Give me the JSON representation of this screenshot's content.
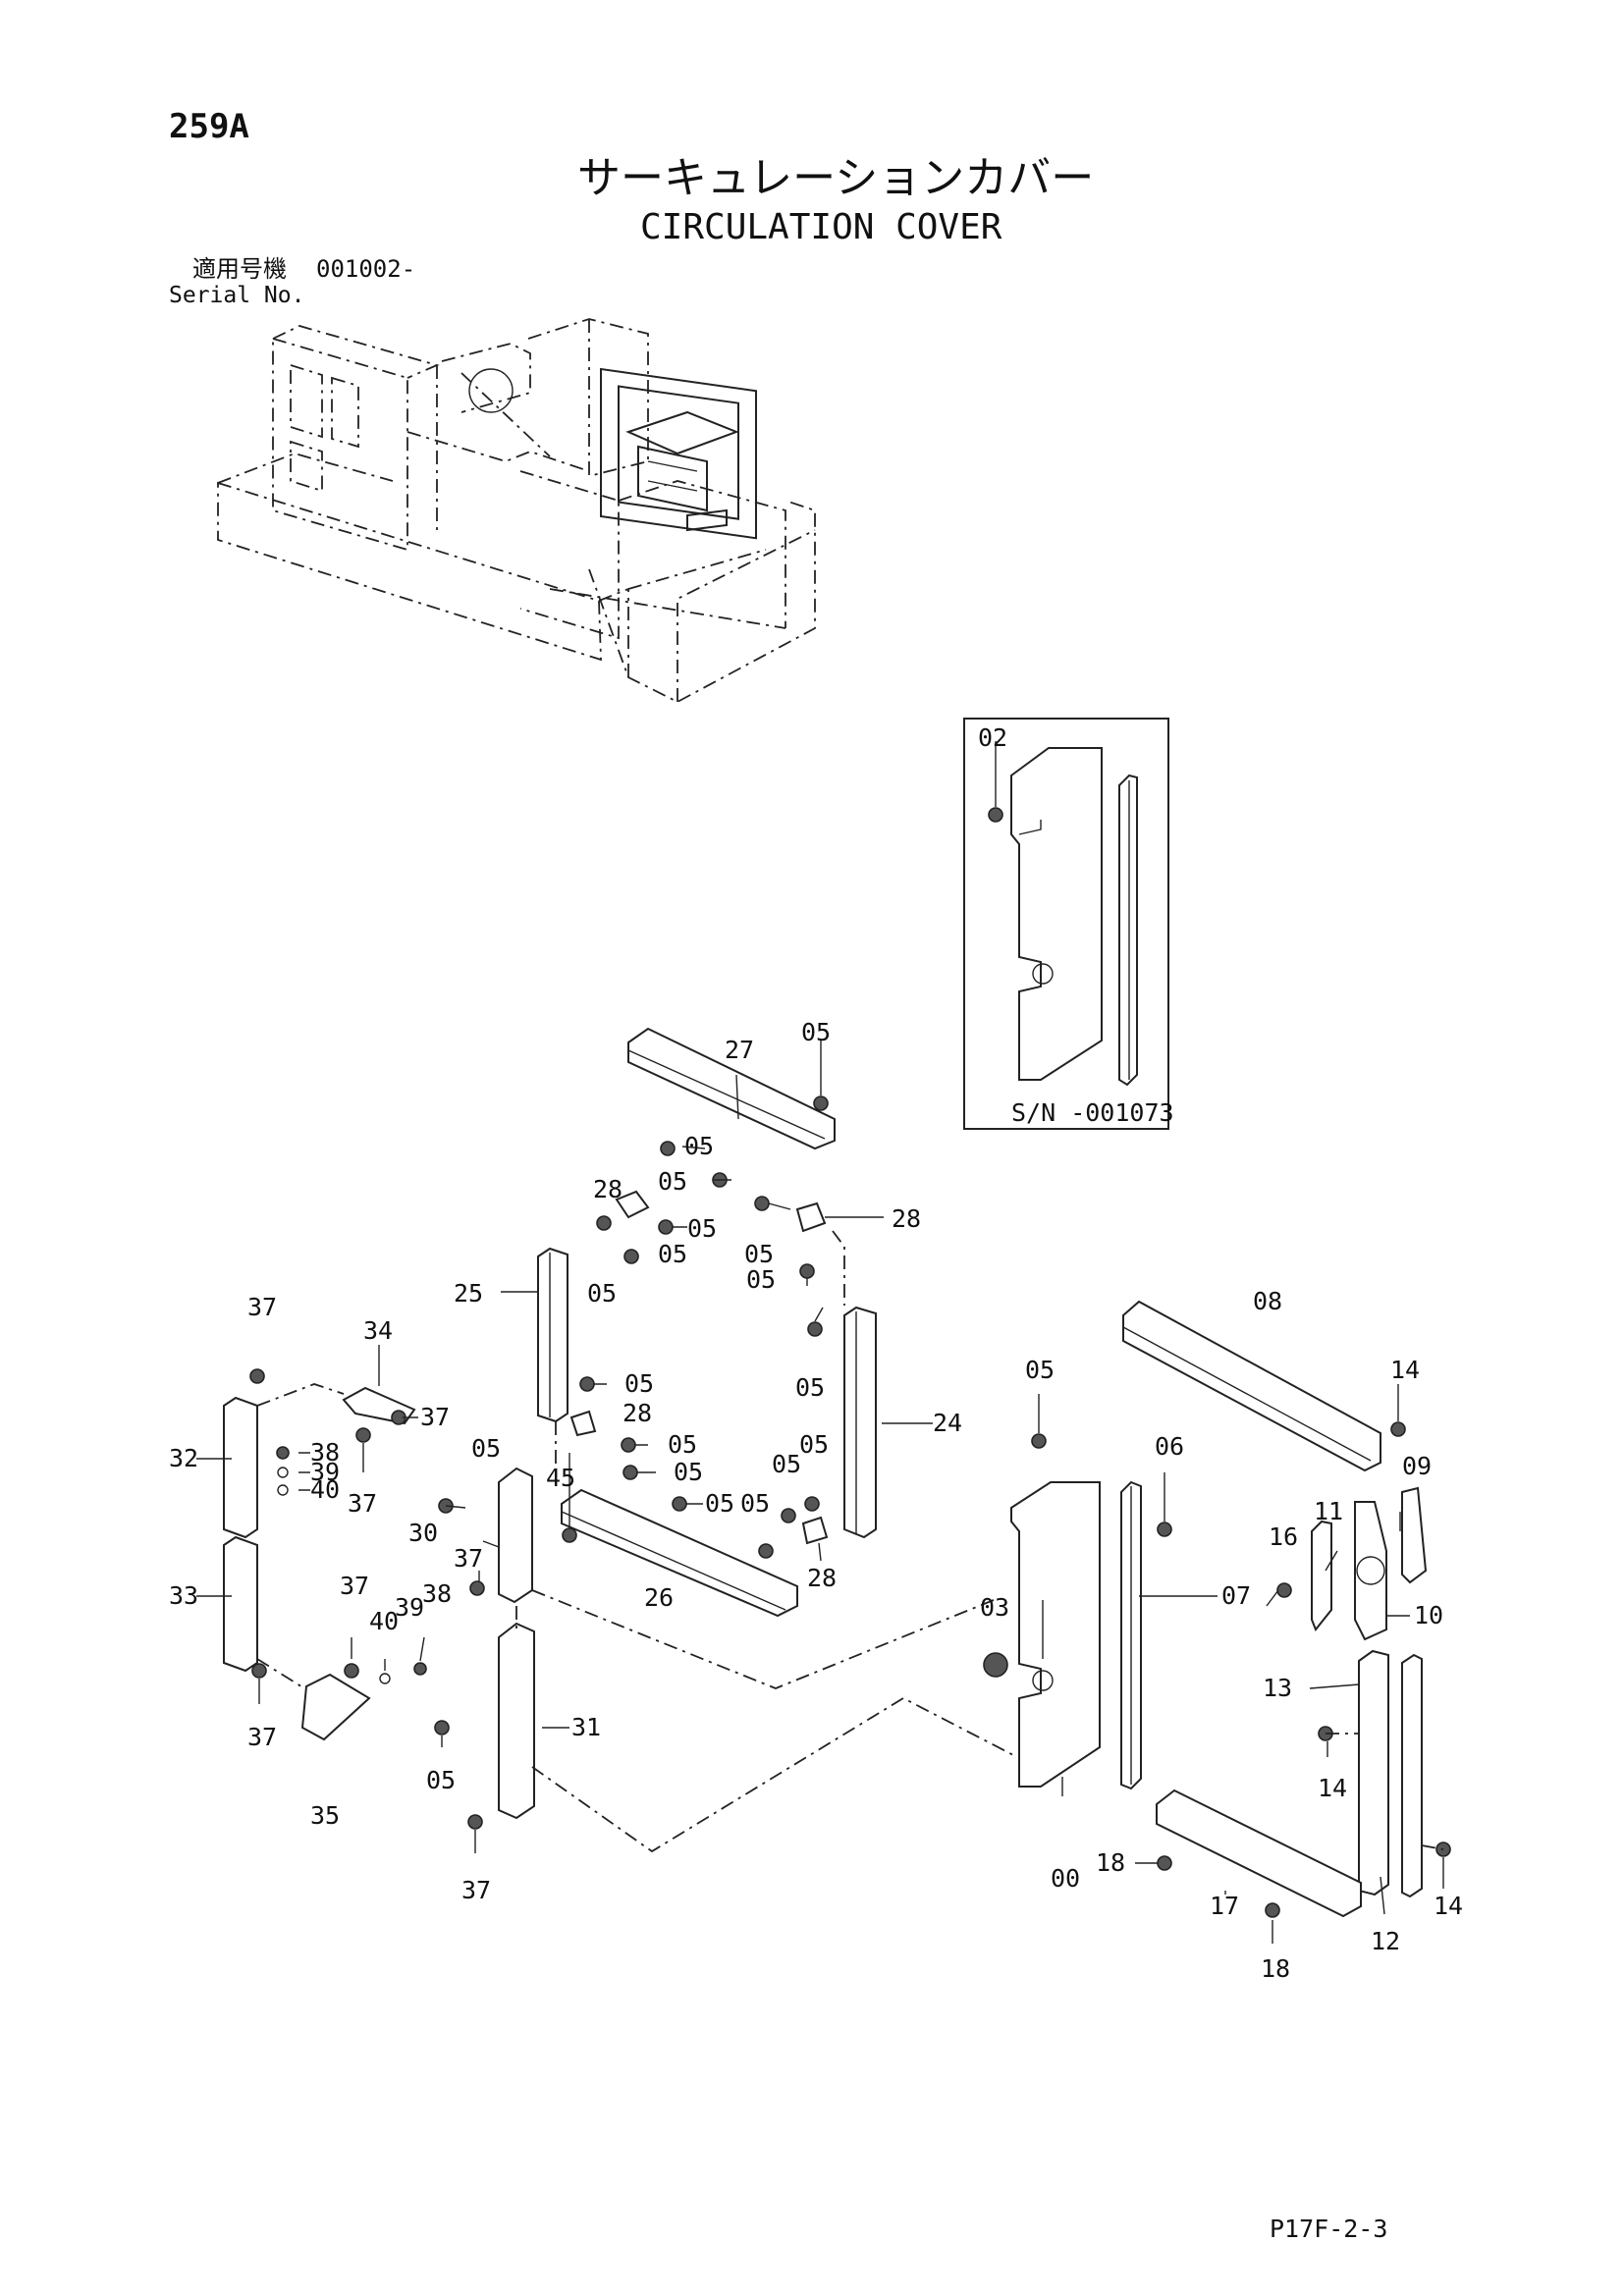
{
  "page_number": "259A",
  "title_jp": "サーキュレーションカバー",
  "title_en": "CIRCULATION COVER",
  "serial": {
    "label_jp": "適用号機",
    "label_en": "Serial No.",
    "value": "001002-"
  },
  "inset": {
    "part_label": "02",
    "serial_range": "S/N -001073"
  },
  "labels": {
    "p00": "00",
    "p03": "03",
    "p05": "05",
    "p06": "06",
    "p07": "07",
    "p08": "08",
    "p09": "09",
    "p10": "10",
    "p11": "11",
    "p12": "12",
    "p13": "13",
    "p14": "14",
    "p16": "16",
    "p17": "17",
    "p18": "18",
    "p24": "24",
    "p25": "25",
    "p26": "26",
    "p27": "27",
    "p28": "28",
    "p30": "30",
    "p31": "31",
    "p32": "32",
    "p33": "33",
    "p34": "34",
    "p35": "35",
    "p37": "37",
    "p38": "38",
    "p39": "39",
    "p40": "40",
    "p45": "45"
  },
  "page_code": "P17F-2-3"
}
